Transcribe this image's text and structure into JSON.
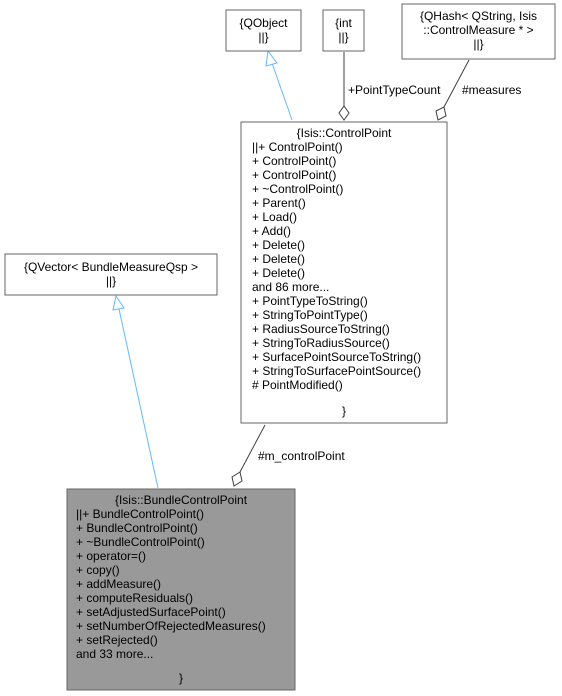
{
  "nodes": {
    "qobject": {
      "lines": [
        "{QObject",
        "||}"
      ]
    },
    "int": {
      "lines": [
        "{int",
        "||}"
      ]
    },
    "qhash": {
      "lines": [
        "{QHash< QString, Isis",
        "::ControlMeasure * >",
        "||}"
      ]
    },
    "control_point": {
      "lines": [
        "{Isis::ControlPoint",
        "||+ ControlPoint()",
        "+ ControlPoint()",
        "+ ControlPoint()",
        "+ ~ControlPoint()",
        "+ Parent()",
        "+ Load()",
        "+ Add()",
        "+ Delete()",
        "+ Delete()",
        "+ Delete()",
        "and 86 more...",
        "+ PointTypeToString()",
        "+ StringToPointType()",
        "+ RadiusSourceToString()",
        "+ StringToRadiusSource()",
        "+ SurfacePointSourceToString()",
        "+ StringToSurfacePointSource()",
        "# PointModified()",
        "}"
      ]
    },
    "qvector": {
      "lines": [
        "{QVector< BundleMeasureQsp >",
        "||}"
      ]
    },
    "bundle_control_point": {
      "lines": [
        "{Isis::BundleControlPoint",
        "||+ BundleControlPoint()",
        "+ BundleControlPoint()",
        "+ ~BundleControlPoint()",
        "+ operator=()",
        "+ copy()",
        "+ addMeasure()",
        "+ computeResiduals()",
        "+ setAdjustedSurfacePoint()",
        "+ setNumberOfRejectedMeasures()",
        "+ setRejected()",
        "and 33 more...",
        "}"
      ]
    }
  },
  "edge_labels": {
    "point_type_count": "+PointTypeCount",
    "measures": "#measures",
    "m_control_point": "#m_controlPoint"
  },
  "colors": {
    "inheritance_edge": "#63b8ff",
    "usage_edge": "#404040",
    "focus_node_fill": "#999999",
    "node_border": "#666666"
  }
}
